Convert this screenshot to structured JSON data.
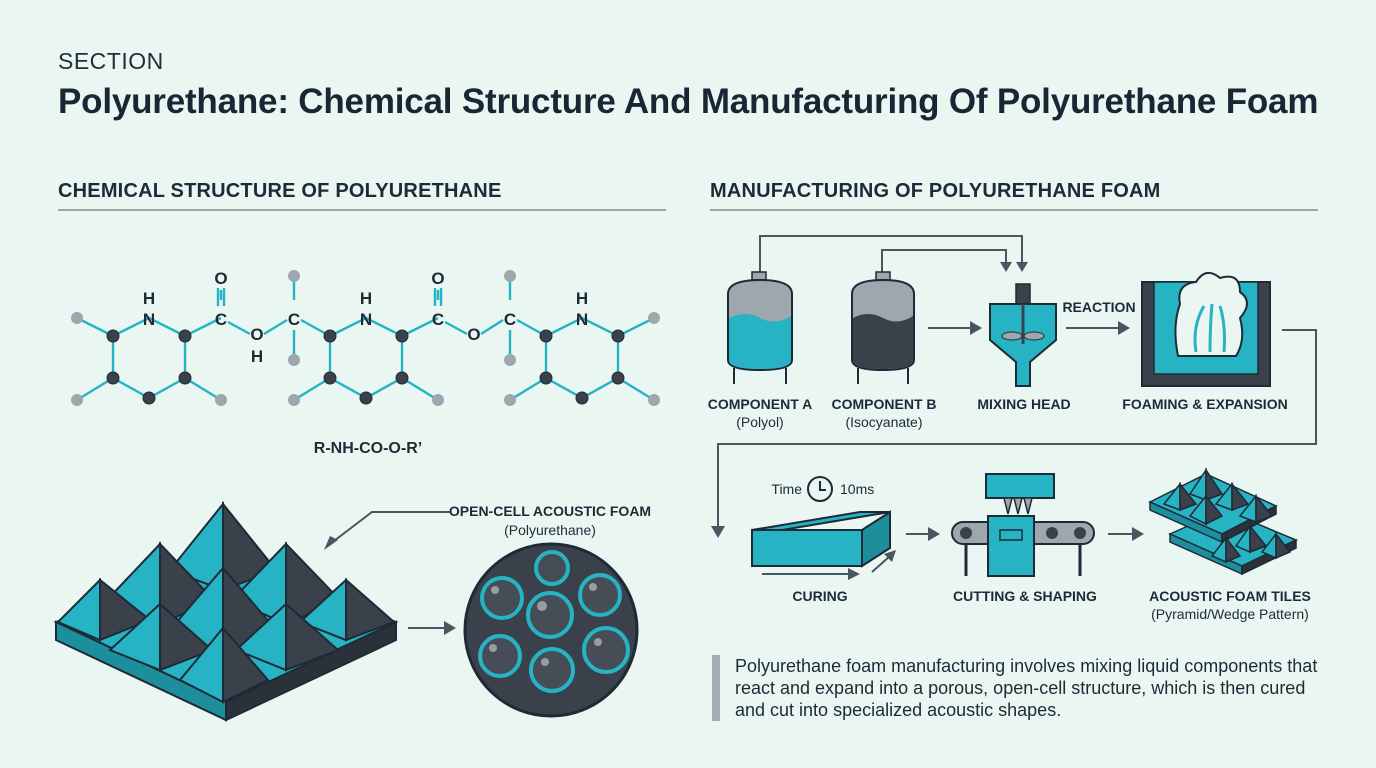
{
  "header": {
    "kicker": "SECTION",
    "title": "Polyurethane: Chemical Structure And Manufacturing Of Polyurethane Foam"
  },
  "chemistry": {
    "heading": "CHEMICAL STRUCTURE OF POLYURETHANE",
    "atoms": {
      "n": "N",
      "h": "H",
      "c": "C",
      "o": "O"
    },
    "formula": "R-NH-CO-O-R’",
    "foam_label": "OPEN-CELL ACOUSTIC FOAM",
    "foam_sub": "(Polyurethane)"
  },
  "manufacturing": {
    "heading": "MANUFACTURING OF POLYURETHANE FOAM",
    "reaction": "REACTION",
    "time_label": "Time",
    "time_value": "10ms",
    "steps": [
      {
        "label": "COMPONENT A",
        "sub": "(Polyol)"
      },
      {
        "label": "COMPONENT B",
        "sub": "(Isocyanate)"
      },
      {
        "label": "MIXING HEAD",
        "sub": ""
      },
      {
        "label": "FOAMING & EXPANSION",
        "sub": ""
      },
      {
        "label": "CURING",
        "sub": ""
      },
      {
        "label": "CUTTING & SHAPING",
        "sub": ""
      },
      {
        "label": "ACOUSTIC FOAM TILES",
        "sub": "(Pyramid/Wedge Pattern)"
      }
    ],
    "description": "Polyurethane foam manufacturing involves mixing liquid components that react and expand into a porous, open-cell structure, which is then cured and cut into specialized acoustic shapes."
  },
  "colors": {
    "background": "#e9f6f2",
    "accent": "#26b3c3",
    "dark": "#3a414a",
    "line": "#4b5560"
  }
}
